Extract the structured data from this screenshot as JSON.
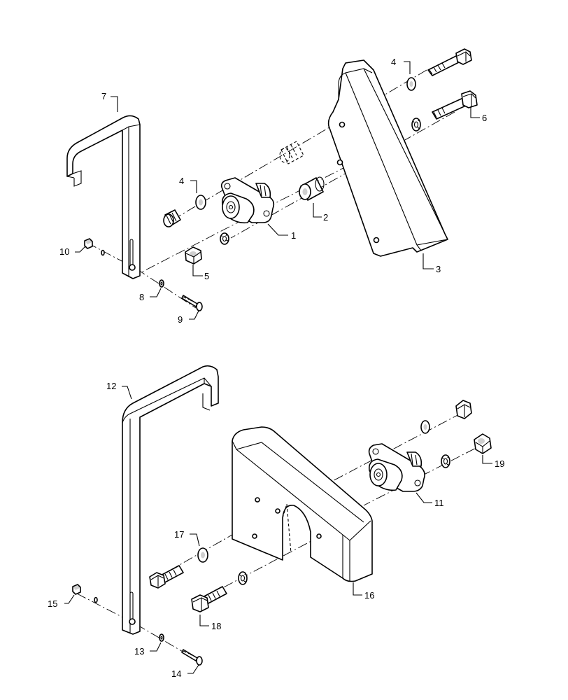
{
  "callouts": [
    {
      "id": "1",
      "text": "1"
    },
    {
      "id": "2",
      "text": "2"
    },
    {
      "id": "3",
      "text": "3"
    },
    {
      "id": "4a",
      "text": "4"
    },
    {
      "id": "4b",
      "text": "4"
    },
    {
      "id": "5",
      "text": "5"
    },
    {
      "id": "6",
      "text": "6"
    },
    {
      "id": "7",
      "text": "7"
    },
    {
      "id": "8",
      "text": "8"
    },
    {
      "id": "9",
      "text": "9"
    },
    {
      "id": "10",
      "text": "10"
    },
    {
      "id": "11",
      "text": "11"
    },
    {
      "id": "12",
      "text": "12"
    },
    {
      "id": "13",
      "text": "13"
    },
    {
      "id": "14",
      "text": "14"
    },
    {
      "id": "15",
      "text": "15"
    },
    {
      "id": "16",
      "text": "16"
    },
    {
      "id": "17",
      "text": "17"
    },
    {
      "id": "18",
      "text": "18"
    },
    {
      "id": "19",
      "text": "19"
    }
  ],
  "colors": {
    "line": "#000000",
    "background": "#ffffff",
    "shade": "#cfcfcf"
  }
}
